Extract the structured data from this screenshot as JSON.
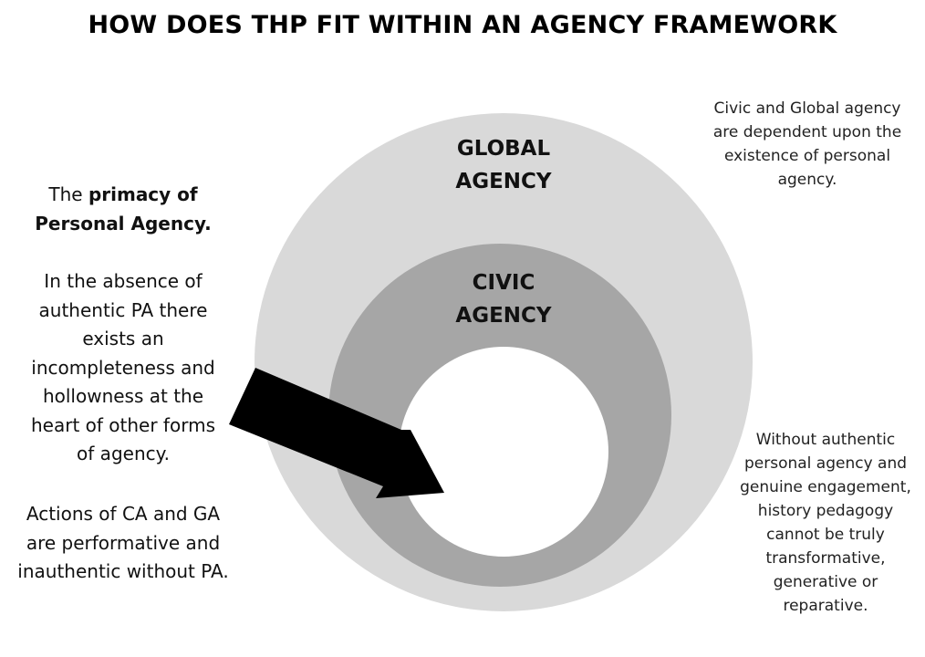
{
  "title": "HOW DOES THP FIT WITHIN AN AGENCY FRAMEWORK",
  "colors": {
    "outer_ring": "#d9d9d9",
    "inner_ring": "#a6a6a6",
    "core": "#ffffff",
    "arrow": "#000000"
  },
  "rings": {
    "global": {
      "line1": "GLOBAL",
      "line2": "AGENCY"
    },
    "civic": {
      "line1": "CIVIC",
      "line2": "AGENCY"
    }
  },
  "left": {
    "primacy_prefix": "The ",
    "primacy_bold_1": "primacy of",
    "primacy_bold_2": "Personal Agency.",
    "absence_lines": [
      "In the absence of",
      "authentic PA there",
      "exists an",
      "incompleteness and",
      "hollowness at the",
      "heart of other forms",
      "of agency."
    ],
    "actions_lines": [
      "Actions of CA and GA",
      "are performative and",
      "inauthentic without PA."
    ]
  },
  "right_top": {
    "lines": [
      "Civic and Global agency",
      "are dependent upon the",
      "existence of personal",
      "agency."
    ]
  },
  "right_bottom": {
    "lines": [
      "Without authentic",
      "personal agency and",
      "genuine engagement,",
      "history pedagogy",
      "cannot be truly",
      "transformative,",
      "generative or",
      "reparative."
    ]
  },
  "icons": {
    "arrow": "arrow-right-down-icon"
  }
}
